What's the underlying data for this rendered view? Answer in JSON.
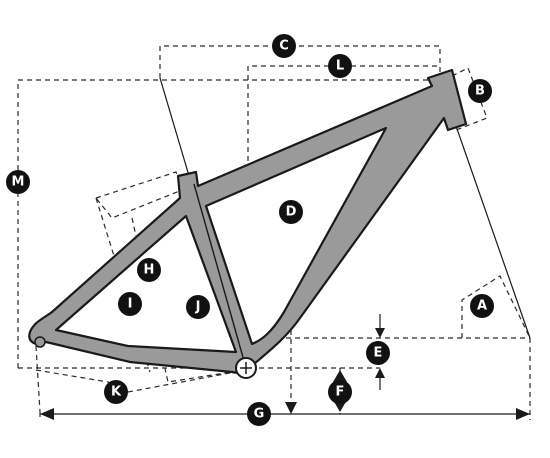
{
  "diagram": {
    "labels": {
      "A": "A",
      "B": "B",
      "C": "C",
      "D": "D",
      "E": "E",
      "F": "F",
      "G": "G",
      "H": "H",
      "I": "I",
      "J": "J",
      "K": "K",
      "L": "L",
      "M": "M"
    },
    "frame_color": "#9a9a9a",
    "line_color": "#1a1a1a"
  }
}
